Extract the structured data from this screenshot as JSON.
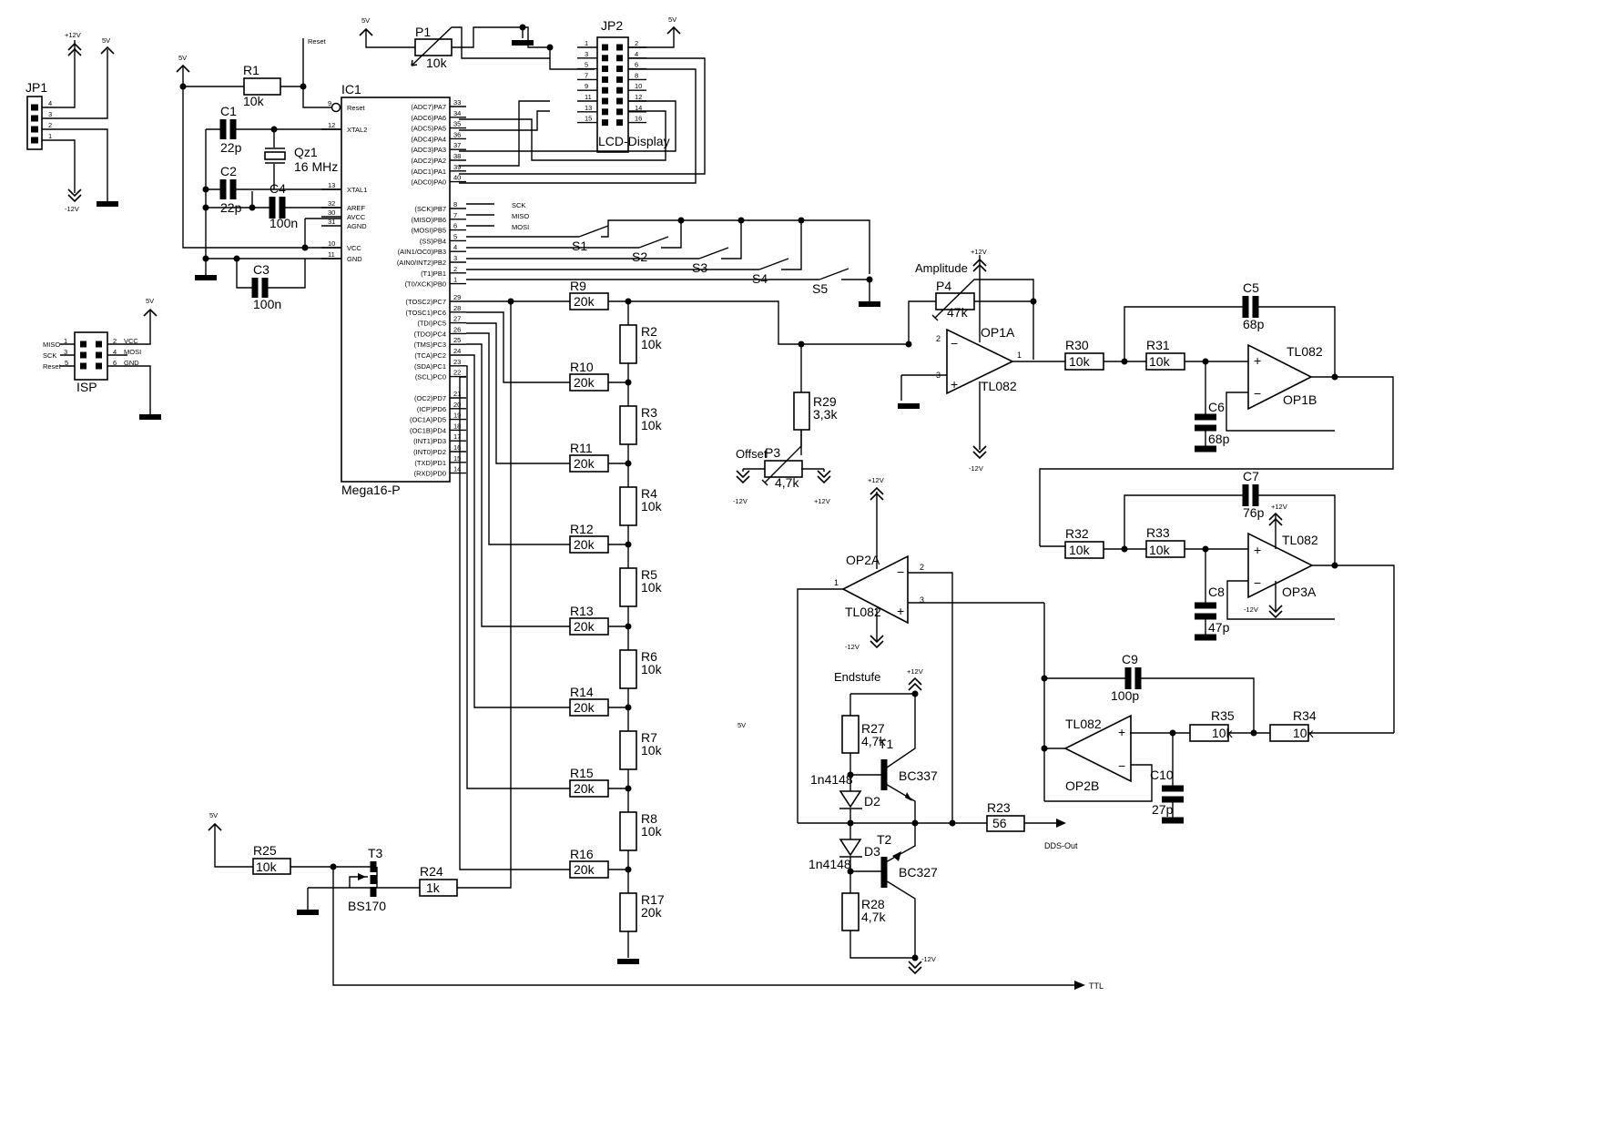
{
  "title": "DDS function generator schematic (Mega16-P)",
  "domain_colors": {
    "ink": "#000000",
    "paper": "#ffffff"
  },
  "connectors": {
    "jp1": {
      "name": "JP1",
      "pins": [
        "1",
        "2",
        "3",
        "4"
      ],
      "rails": {
        "p12": "+12V",
        "p5": "5V",
        "m12": "-12V"
      }
    },
    "jp2": {
      "name": "JP2",
      "caption": "LCD-Display",
      "pins_left": [
        "1",
        "3",
        "5",
        "7",
        "9",
        "11",
        "13",
        "15"
      ],
      "pins_right": [
        "2",
        "4",
        "6",
        "8",
        "10",
        "12",
        "14",
        "16"
      ],
      "rail": "5V"
    },
    "isp": {
      "name": "ISP",
      "left": [
        "MISO",
        "SCK",
        "Reset"
      ],
      "left_pins": [
        "1",
        "3",
        "5"
      ],
      "right_pins": [
        "2",
        "4",
        "6"
      ],
      "right": [
        "VCC",
        "MOSI",
        "GND"
      ],
      "rail": "5V"
    }
  },
  "ic1": {
    "name": "IC1",
    "part": "Mega16-P",
    "left_pins": [
      {
        "num": "9",
        "name": "Reset"
      },
      {
        "num": "12",
        "name": "XTAL2"
      },
      {
        "num": "13",
        "name": "XTAL1"
      },
      {
        "num": "32",
        "name": "AREF"
      },
      {
        "num": "30",
        "name": "AVCC"
      },
      {
        "num": "31",
        "name": "AGND"
      },
      {
        "num": "10",
        "name": "VCC"
      },
      {
        "num": "11",
        "name": "GND"
      }
    ],
    "right_pins": [
      {
        "num": "33",
        "name": "(ADC7)PA7"
      },
      {
        "num": "34",
        "name": "(ADC6)PA6"
      },
      {
        "num": "35",
        "name": "(ADC5)PA5"
      },
      {
        "num": "36",
        "name": "(ADC4)PA4"
      },
      {
        "num": "37",
        "name": "(ADC3)PA3"
      },
      {
        "num": "38",
        "name": "(ADC2)PA2"
      },
      {
        "num": "39",
        "name": "(ADC1)PA1"
      },
      {
        "num": "40",
        "name": "(ADC0)PA0"
      },
      {
        "num": "8",
        "name": "(SCK)PB7"
      },
      {
        "num": "7",
        "name": "(MISO)PB6"
      },
      {
        "num": "6",
        "name": "(MOSI)PB5"
      },
      {
        "num": "5",
        "name": "(SS)PB4"
      },
      {
        "num": "4",
        "name": "(AIN1/OC0)PB3"
      },
      {
        "num": "3",
        "name": "(AIN0/INT2)PB2"
      },
      {
        "num": "2",
        "name": "(T1)PB1"
      },
      {
        "num": "1",
        "name": "(T0/XCK)PB0"
      },
      {
        "num": "29",
        "name": "(TOSC2)PC7"
      },
      {
        "num": "28",
        "name": "(TOSC1)PC6"
      },
      {
        "num": "27",
        "name": "(TDI)PC5"
      },
      {
        "num": "26",
        "name": "(TDO)PC4"
      },
      {
        "num": "25",
        "name": "(TMS)PC3"
      },
      {
        "num": "24",
        "name": "(TCA)PC2"
      },
      {
        "num": "23",
        "name": "(SDA)PC1"
      },
      {
        "num": "22",
        "name": "(SCL)PC0"
      },
      {
        "num": "21",
        "name": "(OC2)PD7"
      },
      {
        "num": "20",
        "name": "(ICP)PD6"
      },
      {
        "num": "19",
        "name": "(OC1A)PD5"
      },
      {
        "num": "18",
        "name": "(OC1B)PD4"
      },
      {
        "num": "17",
        "name": "(INT1)PD3"
      },
      {
        "num": "16",
        "name": "(INT0)PD2"
      },
      {
        "num": "15",
        "name": "(TXD)PD1"
      },
      {
        "num": "14",
        "name": "(RXD)PD0"
      }
    ],
    "spi_labels": [
      "SCK",
      "MISO",
      "MOSI"
    ]
  },
  "labels": {
    "reset": "Reset",
    "v5": "5V",
    "p12": "+12V",
    "m12": "-12V",
    "amplitude": "Amplitude",
    "offset": "Offset",
    "endstufe": "Endstufe",
    "dds_out": "DDS-Out",
    "ttl": "TTL",
    "stray_5v": "5V"
  },
  "components": {
    "r1": {
      "ref": "R1",
      "val": "10k"
    },
    "c1": {
      "ref": "C1",
      "val": "22p"
    },
    "c2": {
      "ref": "C2",
      "val": "22p"
    },
    "c3": {
      "ref": "C3",
      "val": "100n"
    },
    "c4": {
      "ref": "C4",
      "val": "100n"
    },
    "qz1": {
      "ref": "Qz1",
      "val": "16 MHz"
    },
    "p1": {
      "ref": "P1",
      "val": "10k"
    },
    "switches": [
      "S1",
      "S2",
      "S3",
      "S4",
      "S5"
    ],
    "ladder_series": [
      {
        "ref": "R9",
        "val": "20k"
      },
      {
        "ref": "R10",
        "val": "20k"
      },
      {
        "ref": "R11",
        "val": "20k"
      },
      {
        "ref": "R12",
        "val": "20k"
      },
      {
        "ref": "R13",
        "val": "20k"
      },
      {
        "ref": "R14",
        "val": "20k"
      },
      {
        "ref": "R15",
        "val": "20k"
      },
      {
        "ref": "R16",
        "val": "20k"
      }
    ],
    "ladder_shunt": [
      {
        "ref": "R2",
        "val": "10k"
      },
      {
        "ref": "R3",
        "val": "10k"
      },
      {
        "ref": "R4",
        "val": "10k"
      },
      {
        "ref": "R5",
        "val": "10k"
      },
      {
        "ref": "R6",
        "val": "10k"
      },
      {
        "ref": "R7",
        "val": "10k"
      },
      {
        "ref": "R8",
        "val": "10k"
      },
      {
        "ref": "R17",
        "val": "20k"
      }
    ],
    "r29": {
      "ref": "R29",
      "val": "3,3k"
    },
    "p3": {
      "ref": "P3",
      "val": "4,7k"
    },
    "p4": {
      "ref": "P4",
      "val": "47k"
    },
    "op1a": {
      "ref": "OP1A",
      "part": "TL082",
      "pins": [
        "2",
        "3",
        "1"
      ]
    },
    "op1b": {
      "ref": "OP1B",
      "part": "TL082"
    },
    "op3a": {
      "ref": "OP3A",
      "part": "TL082"
    },
    "op2a": {
      "ref": "OP2A",
      "part": "TL082",
      "pins": [
        "1",
        "2",
        "3"
      ]
    },
    "op2b": {
      "ref": "OP2B",
      "part": "TL082"
    },
    "r30": {
      "ref": "R30",
      "val": "10k"
    },
    "r31": {
      "ref": "R31",
      "val": "10k"
    },
    "r32": {
      "ref": "R32",
      "val": "10k"
    },
    "r33": {
      "ref": "R33",
      "val": "10k"
    },
    "r34": {
      "ref": "R34",
      "val": "10k"
    },
    "r35": {
      "ref": "R35",
      "val": "10k"
    },
    "c5": {
      "ref": "C5",
      "val": "68p"
    },
    "c6": {
      "ref": "C6",
      "val": "68p"
    },
    "c7": {
      "ref": "C7",
      "val": "76p"
    },
    "c8": {
      "ref": "C8",
      "val": "47p"
    },
    "c9": {
      "ref": "C9",
      "val": "100p"
    },
    "c10": {
      "ref": "C10",
      "val": "27p"
    },
    "r27": {
      "ref": "R27",
      "val": "4,7k"
    },
    "r28": {
      "ref": "R28",
      "val": "4,7k"
    },
    "d2": {
      "ref": "D2",
      "val": "1n4148"
    },
    "d3": {
      "ref": "D3",
      "val": "1n4148"
    },
    "t1": {
      "ref": "T1",
      "val": "BC337"
    },
    "t2": {
      "ref": "T2",
      "val": "BC327"
    },
    "r23": {
      "ref": "R23",
      "val": "56"
    },
    "r25": {
      "ref": "R25",
      "val": "10k"
    },
    "r24": {
      "ref": "R24",
      "val": "1k"
    },
    "t3": {
      "ref": "T3",
      "val": "BS170"
    }
  }
}
